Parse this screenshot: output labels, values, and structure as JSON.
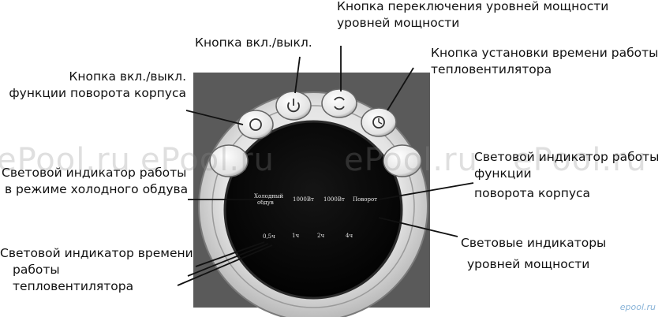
{
  "labels": {
    "mode_button": "Кнопка переключения уровней мощности",
    "mode_button_line2": "уровней мощности",
    "power_button": "Кнопка вкл./выкл.",
    "timer_button_line1": "Кнопка установки времени работы",
    "timer_button_line2": "тепловентилятора",
    "oscillation_button_line1": "Кнопка вкл./выкл.",
    "oscillation_button_line2": "функции поворота корпуса",
    "cold_indicator_line1": "Световой индикатор работы",
    "cold_indicator_line2": "в режиме холодного обдува",
    "rotation_indicator_line1": "Световой индикатор работы",
    "rotation_indicator_line2": "функции",
    "rotation_indicator_line3": "поворота корпуса",
    "power_level_indicators_line1": "Световые индикаторы",
    "power_level_indicators_line2": "уровней мощности",
    "timer_indicator_line1": "Световой индикатор времени",
    "timer_indicator_line2": "работы",
    "timer_indicator_line3": "тепловентилятора"
  },
  "display": {
    "cold_line1": "Холодный",
    "cold_line2": "обдув",
    "power_1000_a": "1000Вт",
    "power_1000_b": "1000Вт",
    "rotation": "Поворот",
    "timer_05": "0,5ч",
    "timer_1": "1ч",
    "timer_2": "2ч",
    "timer_4": "4ч"
  },
  "watermarks": {
    "main": "ePool.ru",
    "corner": "epool.ru"
  },
  "colors": {
    "panel_bg": "#5a5a5a",
    "ring_light": "#ececec",
    "display_black": "#050505",
    "leader_line": "#111111"
  }
}
